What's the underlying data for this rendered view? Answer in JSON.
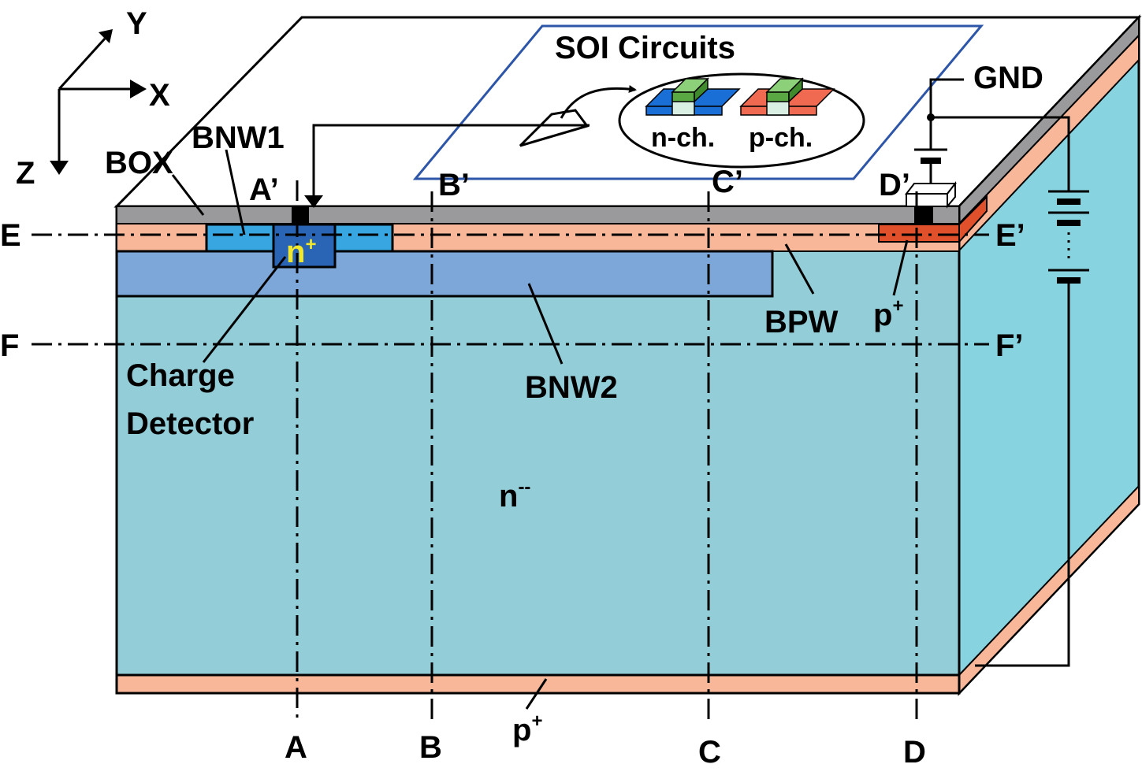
{
  "axes": {
    "x": "X",
    "y": "Y",
    "z": "Z"
  },
  "soi": {
    "title": "SOI Circuits",
    "n_channel": "n-ch.",
    "p_channel": "p-ch."
  },
  "gnd": "GND",
  "layers": {
    "box": "BOX",
    "bnw1": "BNW1",
    "bnw2": "BNW2",
    "bpw": "BPW",
    "n_plus_base": "n",
    "n_plus_sup": "+",
    "p_plus_base": "p",
    "p_plus_sup": "+",
    "substrate_base": "n",
    "substrate_sup": "--",
    "bottom_base": "p",
    "bottom_sup": "+"
  },
  "charge_detector": {
    "line1": "Charge",
    "line2": "Detector"
  },
  "cut_lines": {
    "a": "A",
    "a_prime": "A’",
    "b": "B",
    "b_prime": "B’",
    "c": "C",
    "c_prime": "C’",
    "d": "D",
    "d_prime": "D’",
    "e": "E",
    "e_prime": "E’",
    "f": "F",
    "f_prime": "F’"
  },
  "colors": {
    "substrate": "#93cdd8",
    "substrate_side": "#88d3e0",
    "p_plus": "#f7b798",
    "box_oxide": "#9a9a9c",
    "bnw1": "#38a6e0",
    "bnw2": "#7da6d9",
    "n_plus": "#2a64b5",
    "p_plus_contact": "#e0502a",
    "soi_frame": "#2e56a8",
    "nch_blue": "#1a6fd6",
    "pch_red": "#ef6a50",
    "gate_green": "#5aa843"
  }
}
